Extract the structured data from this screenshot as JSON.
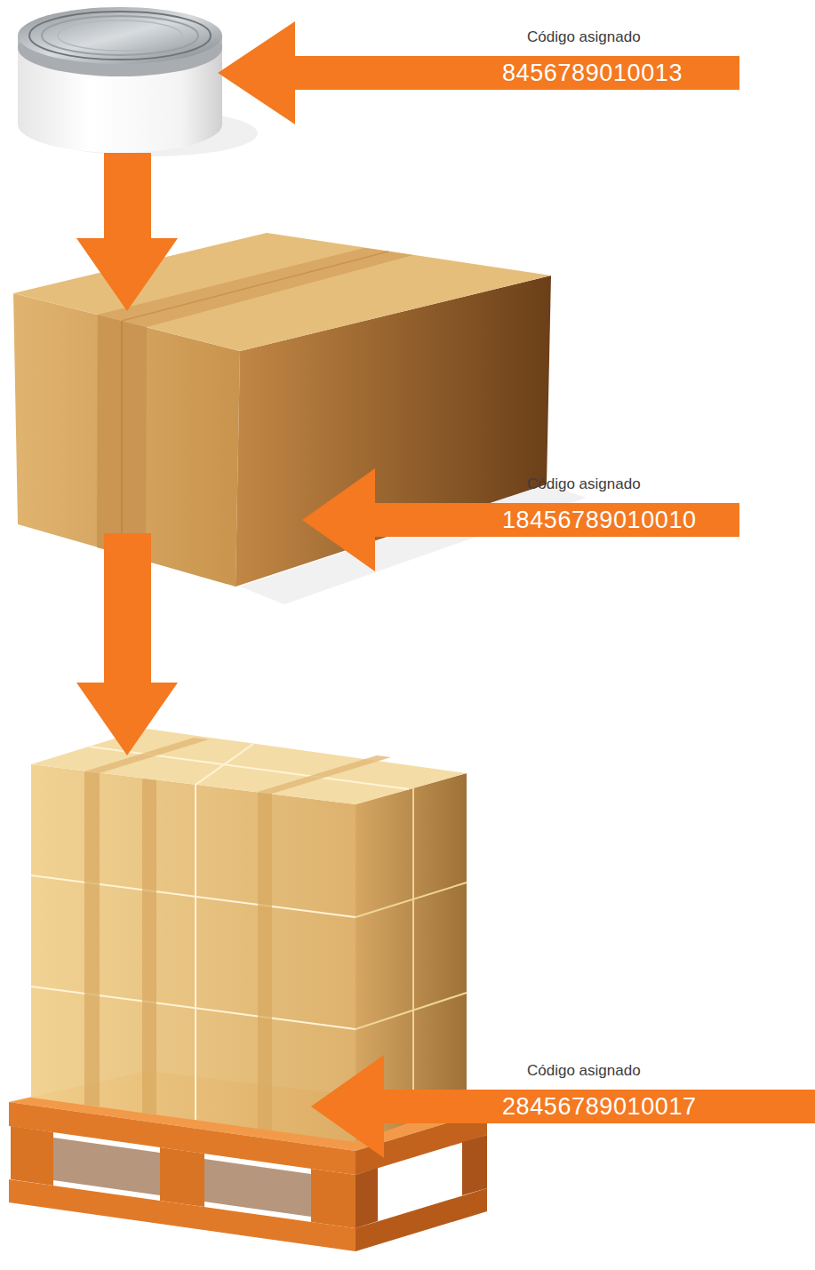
{
  "diagram": {
    "nodes": [
      {
        "text": [
          "Código asignado",
          "8456789010013"
        ]
      },
      {
        "text": [
          "Código asignado",
          "18456789010010"
        ]
      },
      {
        "text": [
          "Código asignado",
          "28456789010017"
        ]
      }
    ]
  }
}
